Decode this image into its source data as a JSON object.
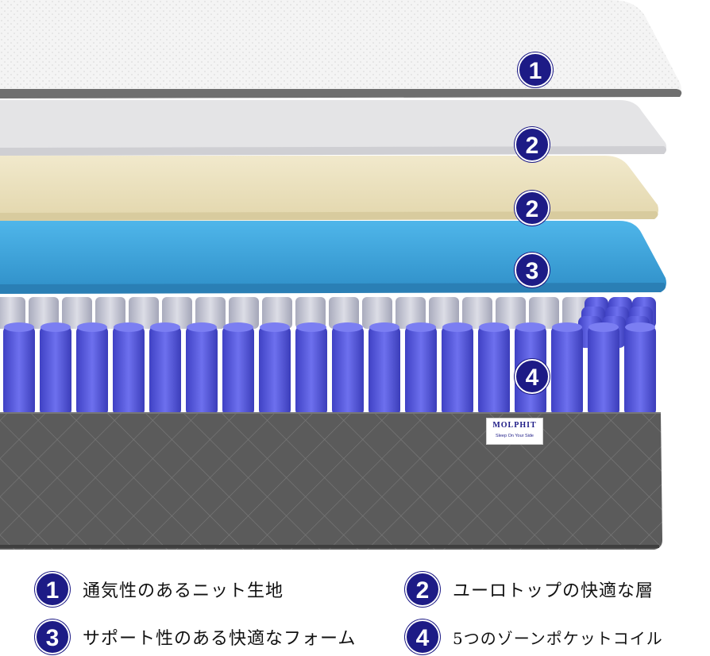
{
  "layers": [
    {
      "number": "1",
      "name": "knit-fabric-top"
    },
    {
      "number": "2",
      "name": "comfort-layer-white"
    },
    {
      "number": "2",
      "name": "comfort-layer-beige"
    },
    {
      "number": "3",
      "name": "support-foam"
    },
    {
      "number": "4",
      "name": "pocket-coils"
    }
  ],
  "brand": {
    "name": "MOLPHIT",
    "slogan": "Sleep On Your Side"
  },
  "legend": [
    {
      "number": "1",
      "text": "通気性のあるニット生地"
    },
    {
      "number": "2",
      "text": "ユーロトップの快適な層"
    },
    {
      "number": "3",
      "text": "サポート性のある快適なフォーム"
    },
    {
      "number": "4",
      "text": "5つのゾーンポケットコイル"
    }
  ],
  "colors": {
    "badge": "#1d1b86",
    "knit": "#f3f3f3",
    "comfort_white": "#e6e6e6",
    "comfort_beige": "#ece3c3",
    "foam_blue": "#3ea3d8",
    "coil_blue": "#5a5ce0",
    "coil_gray": "#c9cad6",
    "border_fabric": "#5a5a5a"
  }
}
